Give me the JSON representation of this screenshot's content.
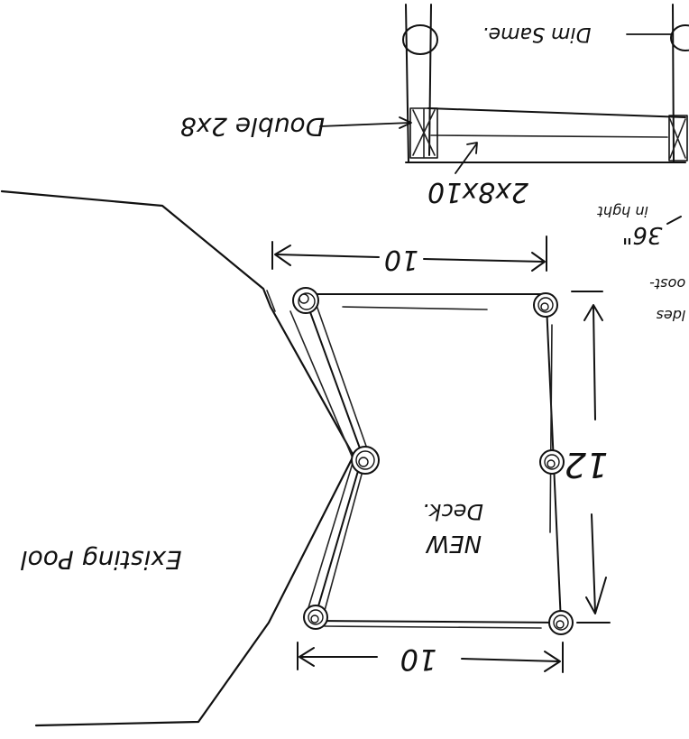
{
  "labels": {
    "pool": "Existing Pool",
    "new_deck_line1": "NEW",
    "new_deck_line2": "Deck.",
    "dim_top": "10",
    "dim_bottom": "10",
    "dim_right": "12",
    "beam": "2x8x10",
    "double_joist": "Double 2x8",
    "dim_same": "Dim Same.",
    "rail_height_1": "36\"",
    "rail_height_2": "in hght",
    "side_note_1": "ldes",
    "side_note_2": "oost-"
  }
}
